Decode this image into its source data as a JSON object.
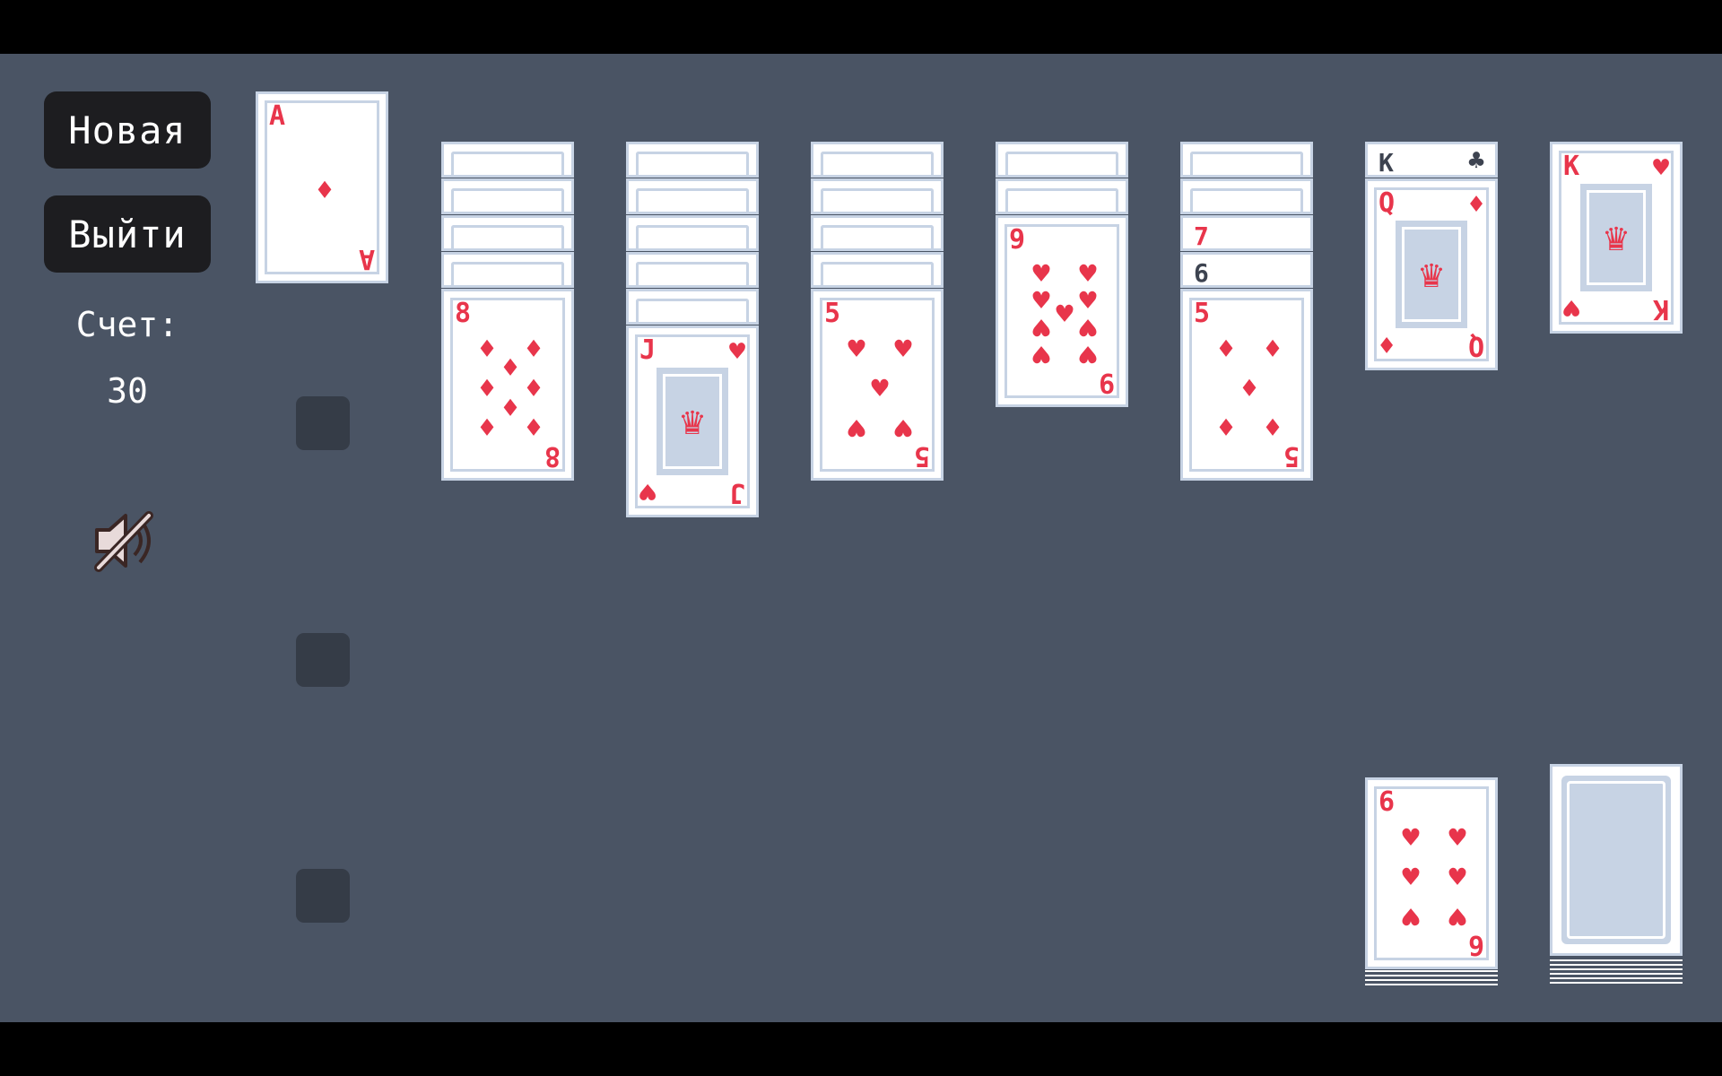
{
  "menu": {
    "new_label": "Новая",
    "exit_label": "Выйти",
    "score_label": "Счет:",
    "score_value": "30",
    "sound_icon": "speaker-muted-icon"
  },
  "colors": {
    "table": "#4a5464",
    "card_red": "#e8354b",
    "card_border": "#c7d3e4",
    "button_bg": "#1d1d20"
  },
  "waste": {
    "rank": "A",
    "suit": "♦"
  },
  "tableau": [
    {
      "hidden": 4,
      "top": {
        "rank": "8",
        "suit": "♦"
      }
    },
    {
      "hidden": 5,
      "top": {
        "rank": "J",
        "suit": "♥"
      }
    },
    {
      "hidden": 4,
      "top": {
        "rank": "5",
        "suit": "♥"
      }
    },
    {
      "hidden": 2,
      "top": {
        "rank": "9",
        "suit": "♥"
      }
    },
    {
      "hidden": 2,
      "peeks": [
        "7",
        "6"
      ],
      "top": {
        "rank": "5",
        "suit": "♦"
      }
    }
  ],
  "foundations": [
    {
      "peek": "K",
      "peek_suit": "♣",
      "top": {
        "rank": "Q",
        "suit": "♦"
      }
    },
    {
      "top": {
        "rank": "K",
        "suit": "♥"
      }
    }
  ],
  "stock": {
    "top": {
      "rank": "6",
      "suit": "♥"
    }
  }
}
